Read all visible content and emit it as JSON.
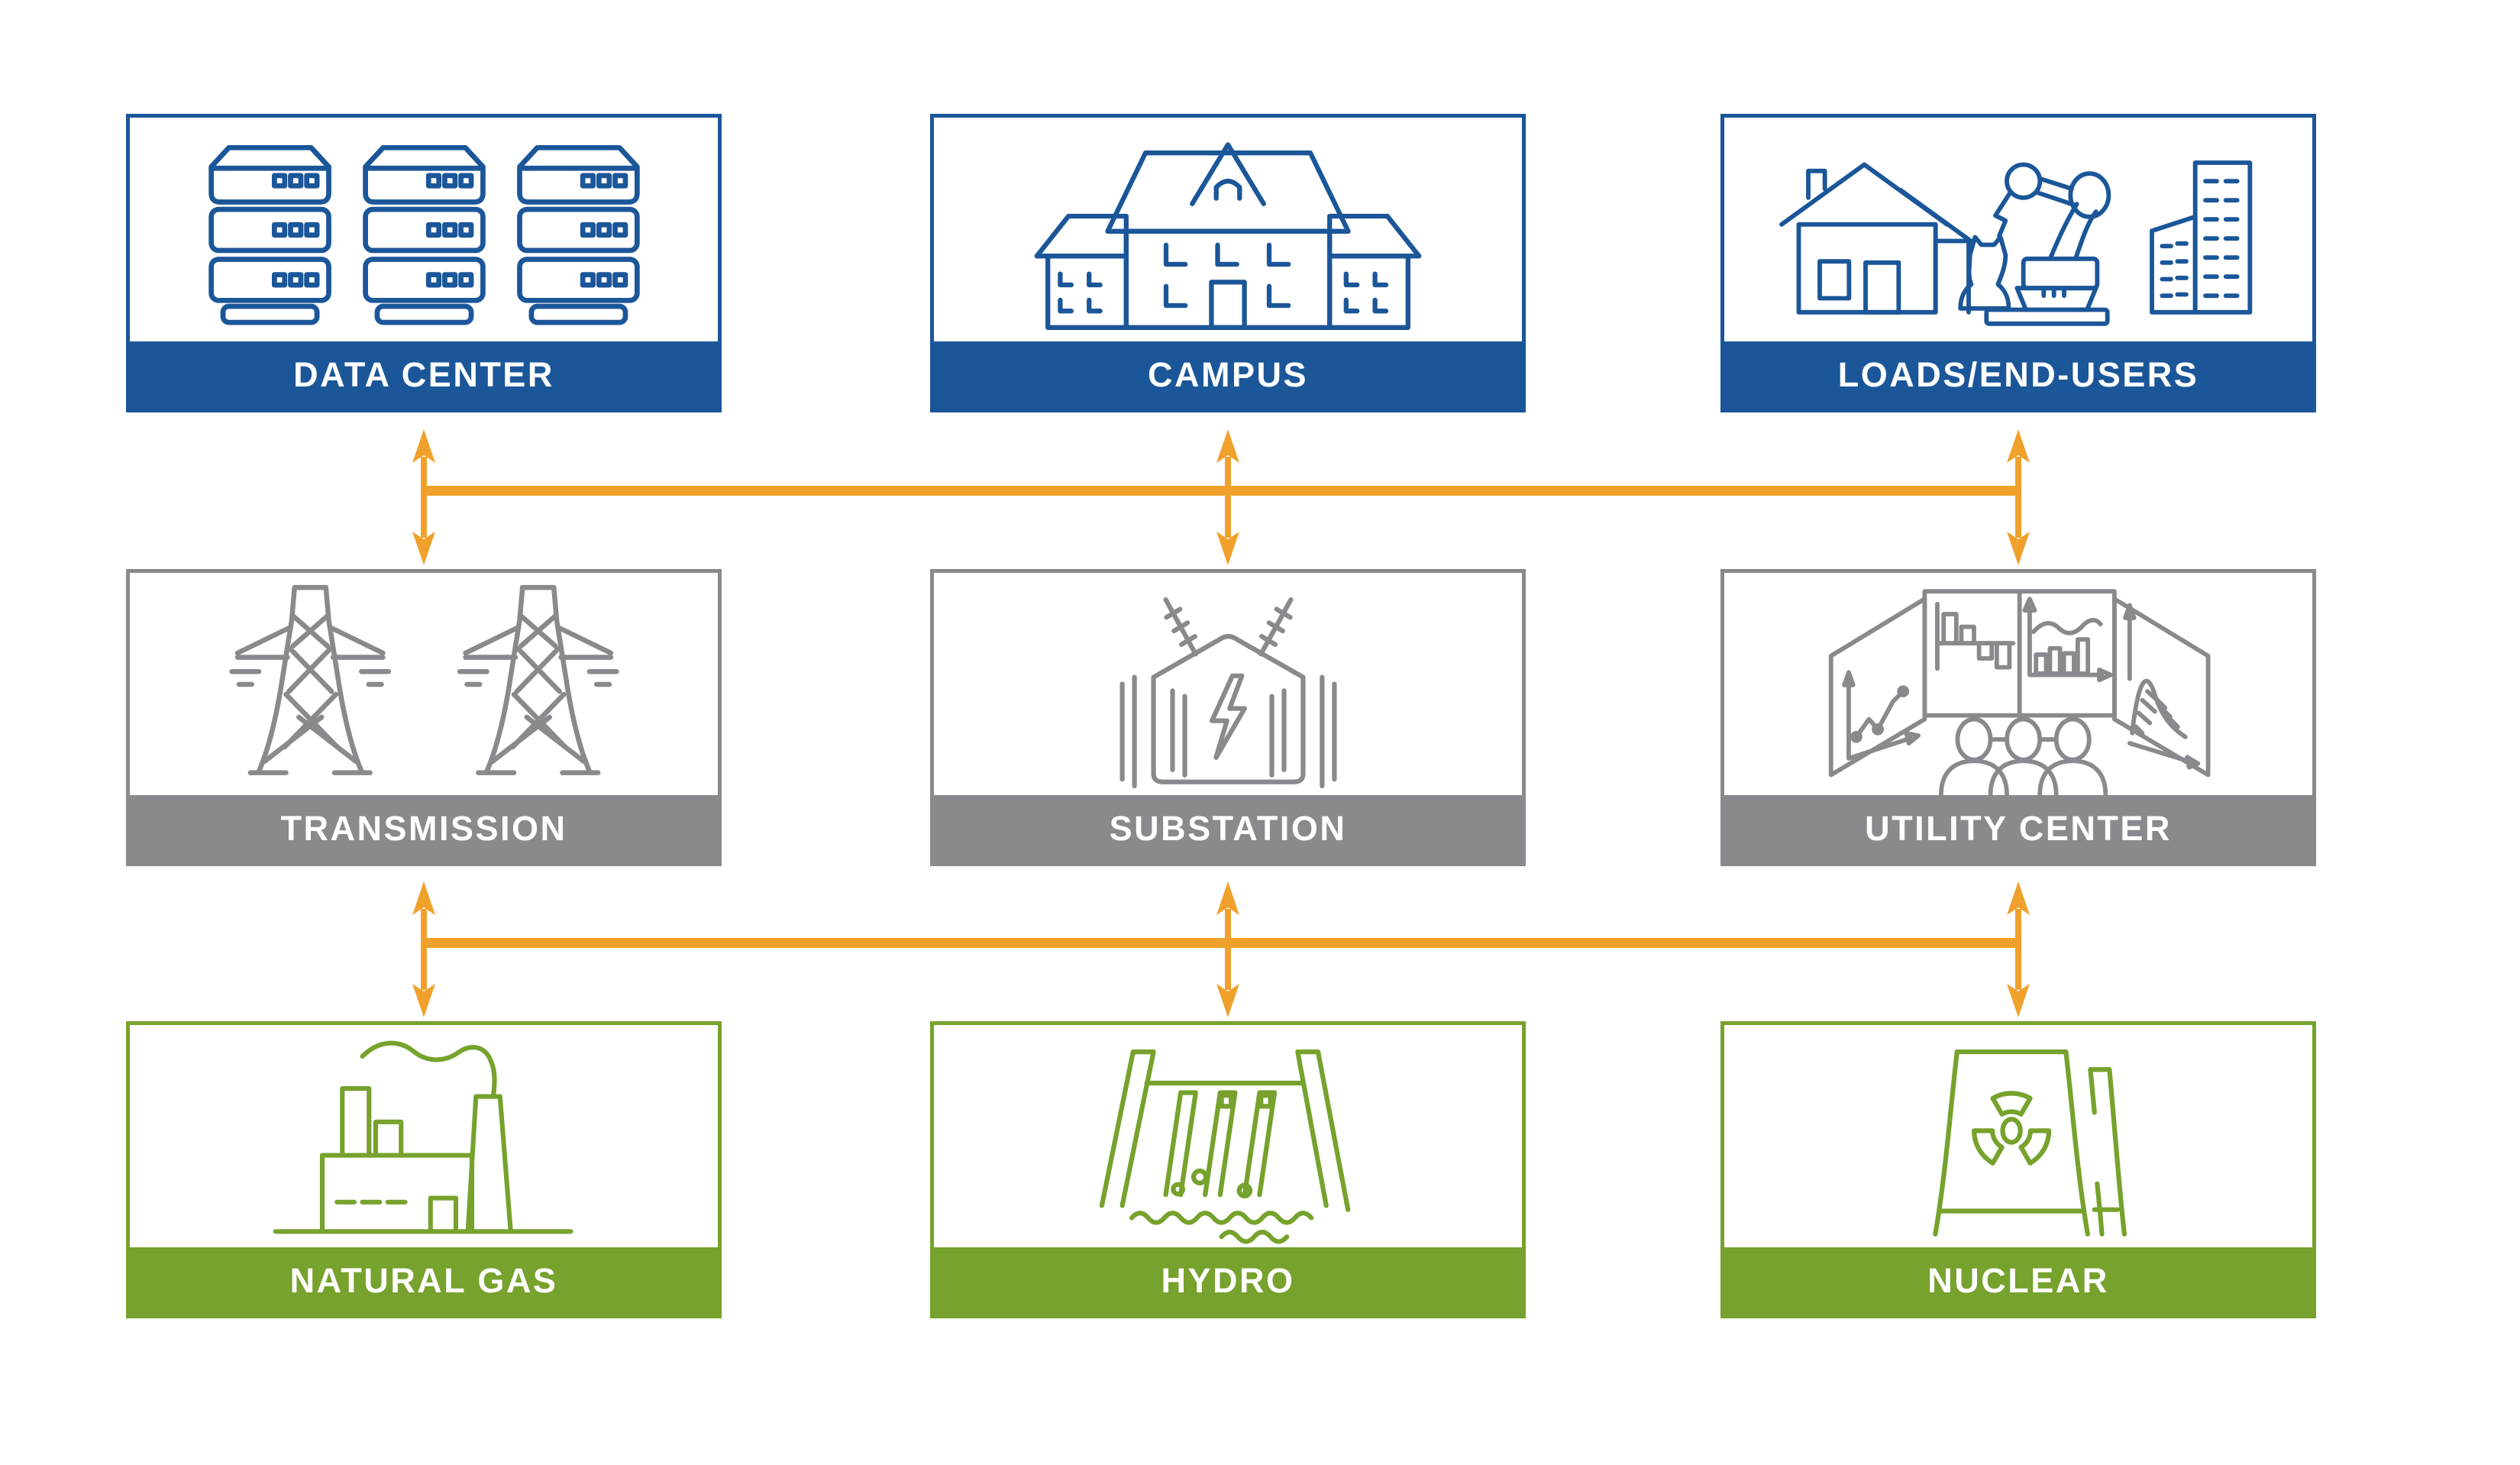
{
  "palette": {
    "blue": "#1B5699",
    "gray": "#8A898D",
    "green": "#76A22D",
    "orange": "#F0A12C",
    "background": "#FFFFFF",
    "label_text": "#FFFFFF"
  },
  "diagram": {
    "rows": [
      {
        "name": "loads-row",
        "theme": "blue",
        "cards": [
          {
            "label": "DATA CENTER",
            "icon": "server-racks-icon"
          },
          {
            "label": "CAMPUS",
            "icon": "campus-building-icon"
          },
          {
            "label": "LOADS/END-USERS",
            "icon": "house-robot-city-icon"
          }
        ]
      },
      {
        "name": "delivery-row",
        "theme": "gray",
        "cards": [
          {
            "label": "TRANSMISSION",
            "icon": "transmission-towers-icon"
          },
          {
            "label": "SUBSTATION",
            "icon": "transformer-icon"
          },
          {
            "label": "UTILITY CENTER",
            "icon": "control-room-icon"
          }
        ]
      },
      {
        "name": "generation-row",
        "theme": "green",
        "cards": [
          {
            "label": "NATURAL GAS",
            "icon": "gas-plant-icon"
          },
          {
            "label": "HYDRO",
            "icon": "hydro-dam-icon"
          },
          {
            "label": "NUCLEAR",
            "icon": "nuclear-cooling-tower-icon"
          }
        ]
      }
    ],
    "connectors": [
      {
        "name": "bus-top",
        "type": "bidirectional-bus"
      },
      {
        "name": "bus-bottom",
        "type": "bidirectional-bus"
      }
    ]
  }
}
